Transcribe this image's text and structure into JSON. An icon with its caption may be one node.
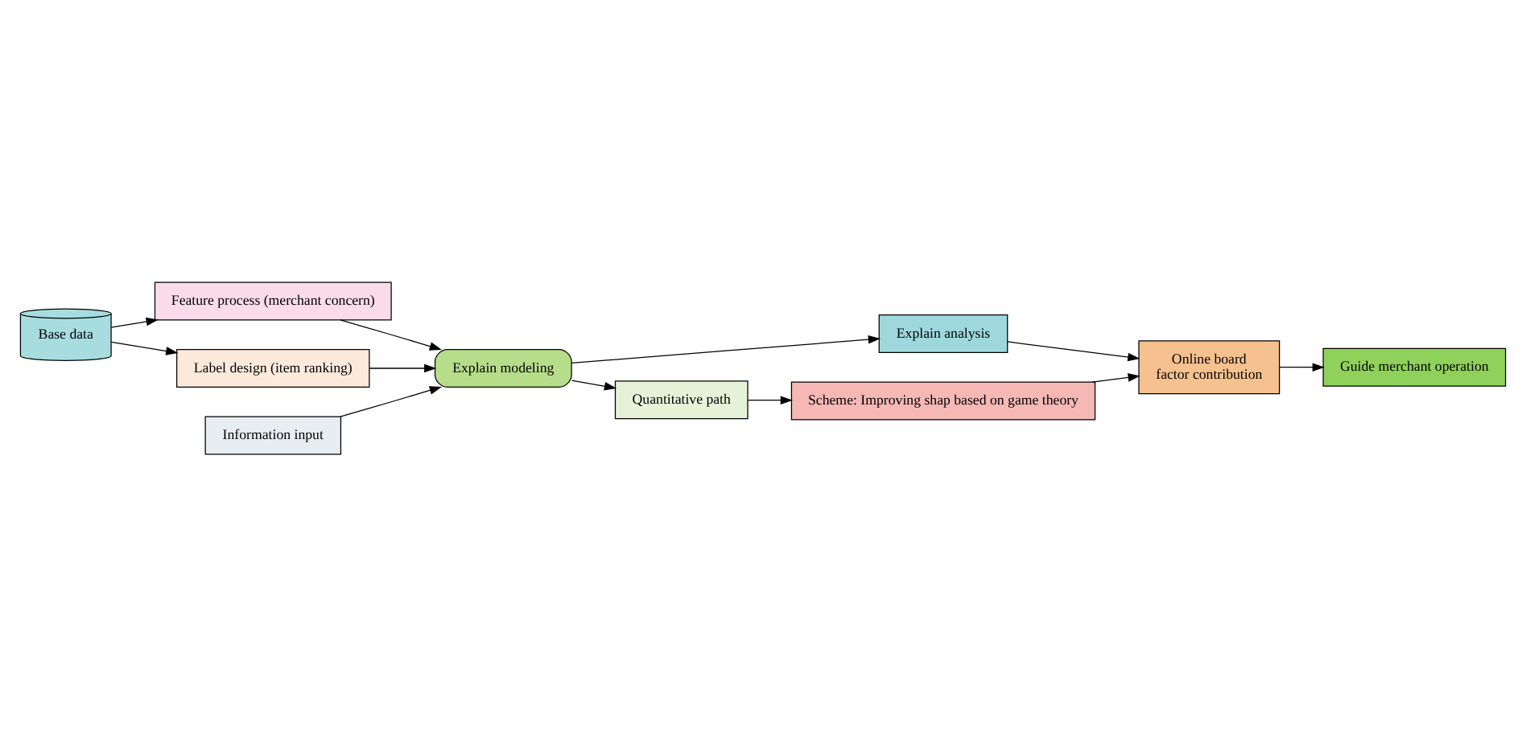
{
  "diagram": {
    "nodes": [
      {
        "text": [
          "Online board",
          "factor contribution"
        ]
      },
      {
        "text": [
          "Guide merchant operation"
        ]
      },
      {
        "text": [
          "Scheme: Improving shap based on game theory"
        ]
      },
      {
        "text": [
          "Explain analysis"
        ]
      },
      {
        "text": [
          "Feature process (merchant concern)"
        ]
      },
      {
        "text": [
          "Base data"
        ]
      },
      {
        "text": [
          "Explain modeling"
        ]
      },
      {
        "text": [
          "Quantitative path"
        ]
      },
      {
        "text": [
          "Label design (item ranking)"
        ]
      },
      {
        "text": [
          "Information input"
        ]
      }
    ],
    "edges": [
      {
        "from": 0,
        "to": 1,
        "arrow": "to"
      },
      {
        "from": 2,
        "to": 0,
        "arrow": "to"
      },
      {
        "from": 3,
        "to": 0,
        "arrow": "to"
      },
      {
        "from": 6,
        "to": 3,
        "arrow": "to"
      },
      {
        "from": 7,
        "to": 2,
        "arrow": "to"
      },
      {
        "from": 6,
        "to": 7,
        "arrow": "to"
      },
      {
        "from": 5,
        "to": 4,
        "arrow": "to"
      },
      {
        "from": 5,
        "to": 8,
        "arrow": "to"
      },
      {
        "from": 4,
        "to": 6,
        "arrow": "to"
      },
      {
        "from": 8,
        "to": 6,
        "arrow": "to"
      },
      {
        "from": 9,
        "to": 6,
        "arrow": "to"
      }
    ]
  }
}
